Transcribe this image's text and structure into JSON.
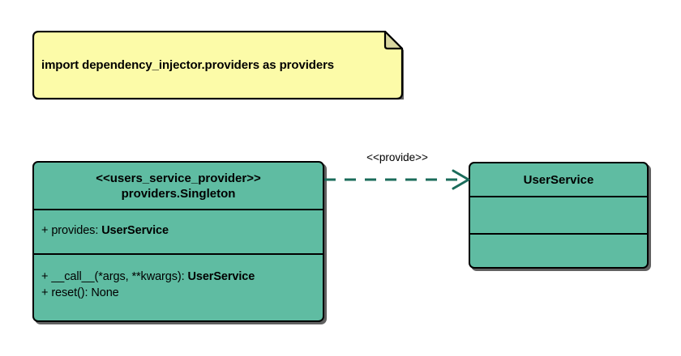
{
  "diagram": {
    "type": "uml-class-diagram",
    "background_color": "#ffffff",
    "class_fill_color": "#5fbca2",
    "note_fill_color": "#fcfba8",
    "border_color": "#000000",
    "relation_color": "#1a6b5a"
  },
  "note": {
    "text": "import dependency_injector.providers as providers"
  },
  "classes": [
    {
      "id": "users-service-provider",
      "stereotype": "<<users_service_provider>>",
      "name": "providers.Singleton",
      "attributes": [
        {
          "visibility": "+",
          "label": "provides:",
          "type": "UserService"
        }
      ],
      "operations": [
        {
          "visibility": "+",
          "label": "__call__(*args, **kwargs):",
          "type": "UserService"
        },
        {
          "visibility": "+",
          "label": "reset(): None",
          "type": ""
        }
      ]
    },
    {
      "id": "user-service",
      "stereotype": "",
      "name": "UserService",
      "attributes": [],
      "operations": []
    }
  ],
  "relations": [
    {
      "id": "provide-dependency",
      "kind": "dependency",
      "style": "dashed",
      "arrowhead": "open",
      "label": "<<provide>>",
      "from": "users-service-provider",
      "to": "user-service"
    }
  ]
}
